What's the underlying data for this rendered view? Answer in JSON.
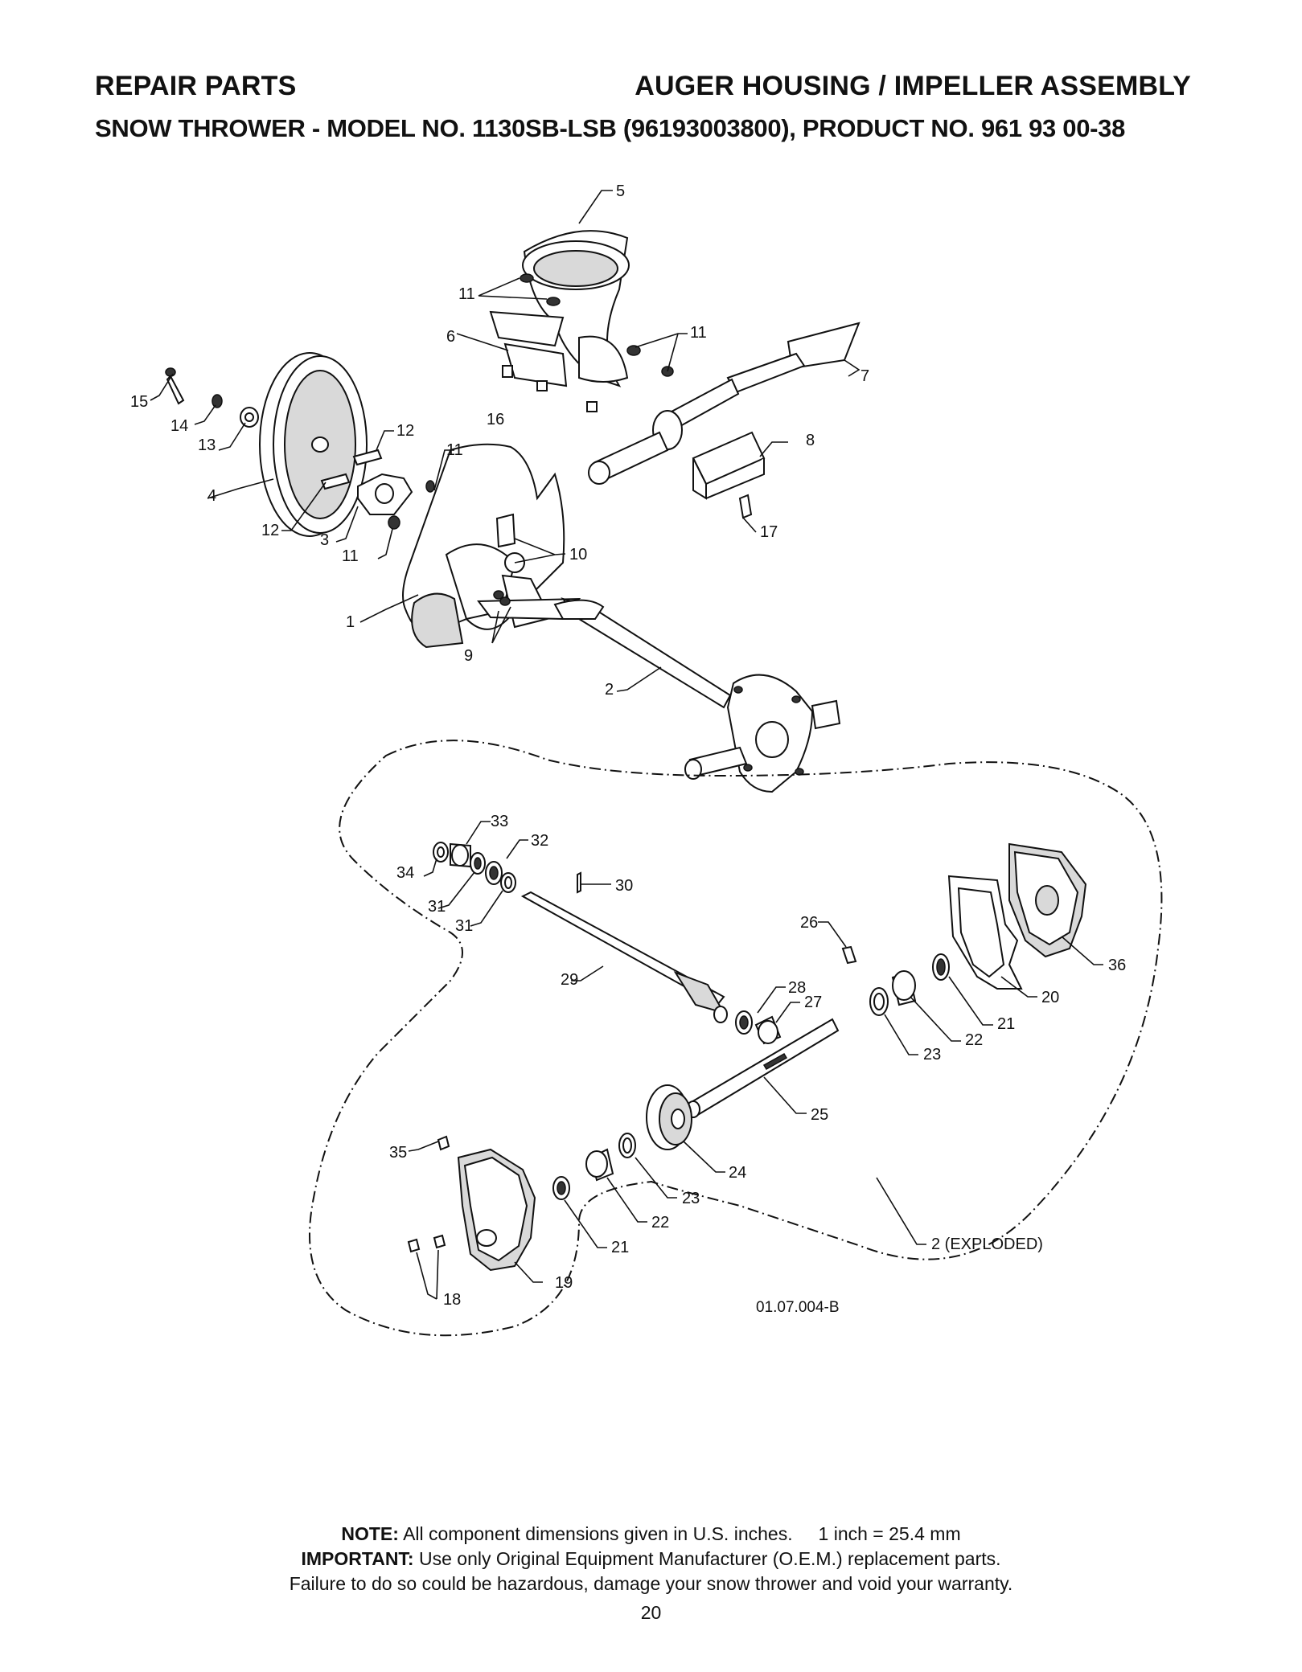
{
  "header": {
    "section": "REPAIR PARTS",
    "assembly": "AUGER HOUSING / IMPELLER ASSEMBLY",
    "model_line": "SNOW THROWER - MODEL NO. 1130SB-LSB (96193003800), PRODUCT NO. 961 93 00-38"
  },
  "callouts": {
    "c1": "1",
    "c2": "2",
    "c3": "3",
    "c4": "4",
    "c5": "5",
    "c6": "6",
    "c7": "7",
    "c8": "8",
    "c9": "9",
    "c10": "10",
    "c11a": "11",
    "c11b": "11",
    "c11c": "11",
    "c11d": "11",
    "c12a": "12",
    "c12b": "12",
    "c13": "13",
    "c14": "14",
    "c15": "15",
    "c16": "16",
    "c17": "17",
    "c18": "18",
    "c19": "19",
    "c20": "20",
    "c21a": "21",
    "c21b": "21",
    "c22a": "22",
    "c22b": "22",
    "c23a": "23",
    "c23b": "23",
    "c24": "24",
    "c25": "25",
    "c26": "26",
    "c27": "27",
    "c28": "28",
    "c29": "29",
    "c30": "30",
    "c31a": "31",
    "c31b": "31",
    "c32": "32",
    "c33": "33",
    "c34": "34",
    "c35": "35",
    "c36": "36",
    "c2x": "2 (EXPLODED)"
  },
  "drawing_code": "01.07.004-B",
  "notes": {
    "note_label": "NOTE:",
    "note_text": "All component dimensions given in U.S. inches.     1 inch = 25.4 mm",
    "important_label": "IMPORTANT:",
    "important_text": "Use only Original Equipment Manufacturer (O.E.M.) replacement parts.",
    "warning_text": "Failure to do so could be hazardous, damage your snow thrower and void your warranty."
  },
  "page_number": "20"
}
